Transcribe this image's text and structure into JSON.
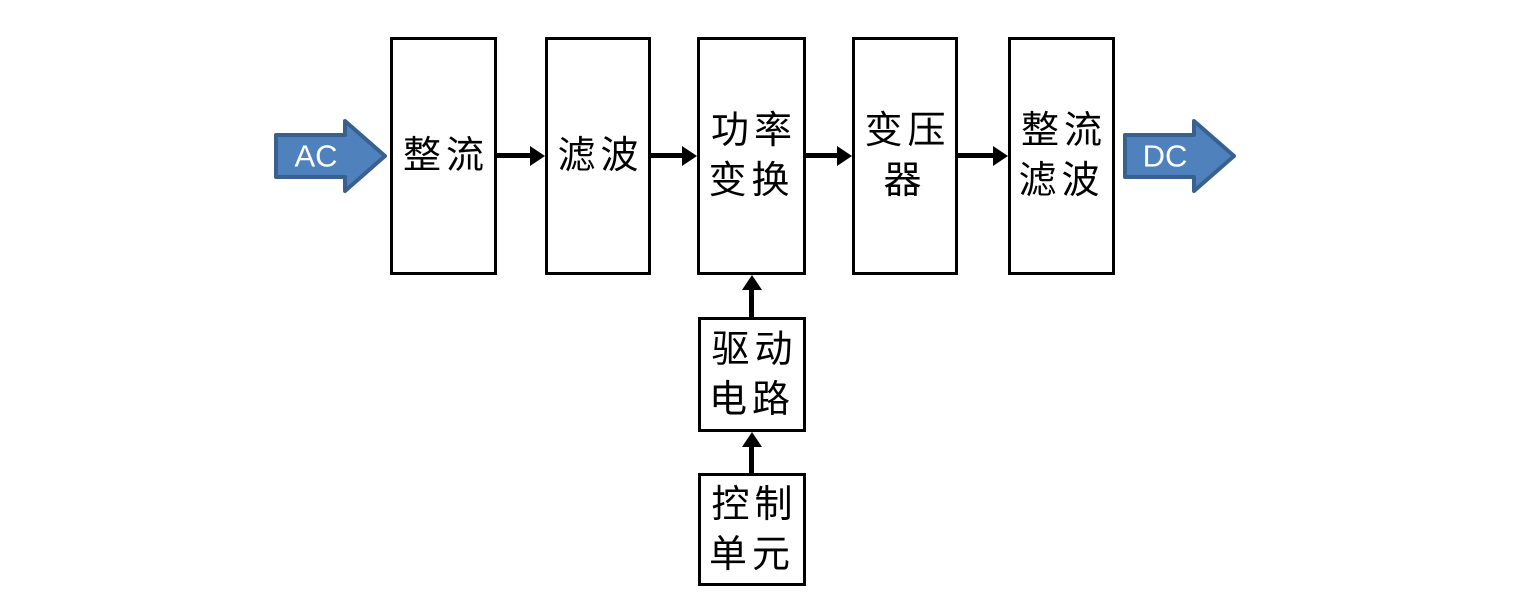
{
  "diagram": {
    "title": "switching-power-supply-block-diagram",
    "input_label": "AC",
    "output_label": "DC",
    "blocks": [
      {
        "id": "rectifier",
        "label": "整流"
      },
      {
        "id": "filter",
        "label": "滤波"
      },
      {
        "id": "power-conversion",
        "label": "功率\n变换"
      },
      {
        "id": "transformer",
        "label": "变压\n器"
      },
      {
        "id": "rectifier-filter",
        "label": "整流\n滤波"
      },
      {
        "id": "drive-circuit",
        "label": "驱动\n电路"
      },
      {
        "id": "control-unit",
        "label": "控制\n单元"
      }
    ],
    "connections": [
      "AC→整流",
      "整流→滤波",
      "滤波→功率变换",
      "功率变换→变压器",
      "变压器→整流滤波",
      "整流滤波→DC",
      "驱动电路→功率变换",
      "控制单元→驱动电路"
    ],
    "colors": {
      "arrow_fill": "#4f81bd",
      "arrow_border": "#38618f",
      "line": "#000000",
      "box_border": "#000000",
      "background": "#ffffff",
      "io_text": "#ffffff"
    }
  }
}
